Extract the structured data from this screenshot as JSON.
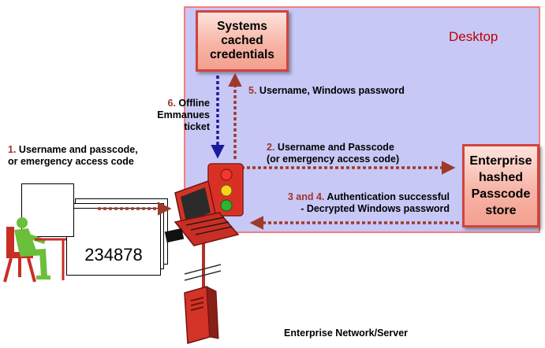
{
  "desktop": {
    "label": "Desktop"
  },
  "boxes": {
    "cache_lines": [
      "Systems",
      "cached",
      "credentials"
    ],
    "store_lines": [
      "Enterprise",
      "hashed",
      "Passcode",
      "store"
    ]
  },
  "steps": {
    "s1": {
      "num": "1.",
      "lines": [
        " Username and passcode,",
        "or emergency access code"
      ]
    },
    "s2": {
      "num": "2.",
      "lines": [
        " Username and Passcode",
        "(or emergency access code)"
      ]
    },
    "s34": {
      "num": "3 and 4.",
      "lines": [
        " Authentication successful",
        "- Decrypted Windows password"
      ]
    },
    "s5": {
      "num": "5.",
      "text": " Username, Windows password"
    },
    "s6": {
      "num": "6.",
      "lines": [
        " Offline",
        "Emmanues",
        "ticket"
      ]
    }
  },
  "token": {
    "code": "234878"
  },
  "network": {
    "label": "Enterprise Network/Server"
  },
  "colors": {
    "arrow": "#9e3a2a",
    "arrow_blue": "#1a1a9c",
    "desktop_bg": "#c7c8f6",
    "desktop_border": "#f47c7c",
    "box_border": "#d0443d",
    "label_red": "#c00000"
  }
}
